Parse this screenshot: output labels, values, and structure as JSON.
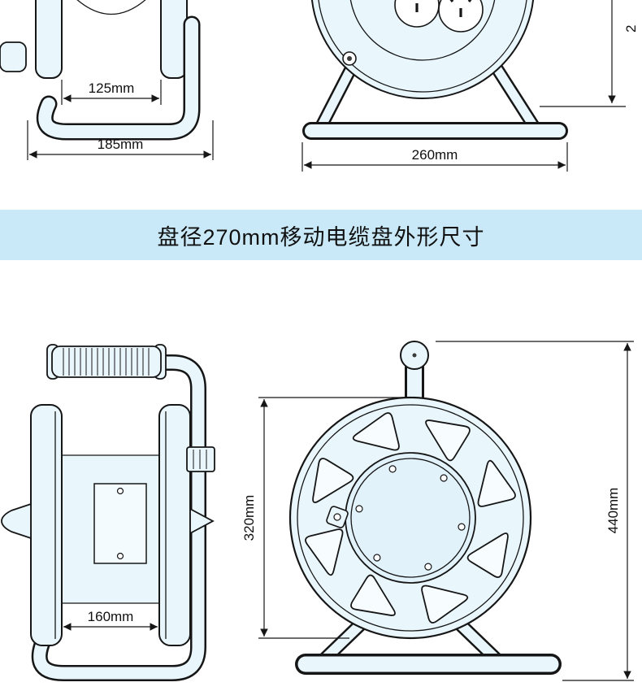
{
  "banner": {
    "text": "盘径270mm移动电缆盘外形尺寸",
    "bg_color": "#c9e9f8",
    "text_color": "#111111"
  },
  "small_reel": {
    "drum_width": "125mm",
    "overall_depth": "185mm",
    "base_width": "260mm",
    "height_label_partial": "2"
  },
  "large_reel": {
    "drum_width": "160mm",
    "reel_diameter": "320mm",
    "overall_height": "440mm"
  },
  "colors": {
    "outline": "#161616",
    "body_fill": "#e9f6fc",
    "inner_fill": "#e2f2fb",
    "cutout_fill": "#f7fcff",
    "banner_bg": "#c9e9f8"
  }
}
